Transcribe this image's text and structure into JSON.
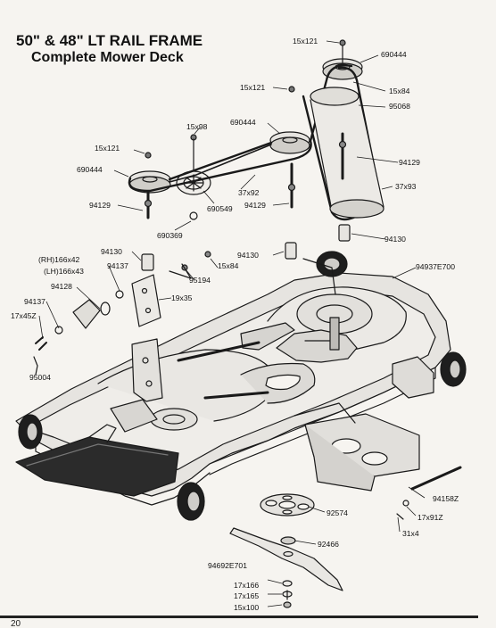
{
  "header": {
    "title_line1": "50\" & 48\" LT RAIL FRAME",
    "title_line2": "Complete Mower Deck"
  },
  "page_number": "20",
  "parts": [
    {
      "id": "p1",
      "text": "15x121"
    },
    {
      "id": "p2",
      "text": "690444"
    },
    {
      "id": "p3",
      "text": "15x121"
    },
    {
      "id": "p4",
      "text": "15x84"
    },
    {
      "id": "p5",
      "text": "95068"
    },
    {
      "id": "p6",
      "text": "690444"
    },
    {
      "id": "p7",
      "text": "15x98"
    },
    {
      "id": "p8",
      "text": "15x121"
    },
    {
      "id": "p9",
      "text": "94129"
    },
    {
      "id": "p10",
      "text": "690444"
    },
    {
      "id": "p11",
      "text": "37x92"
    },
    {
      "id": "p12",
      "text": "94129"
    },
    {
      "id": "p13",
      "text": "37x93"
    },
    {
      "id": "p14",
      "text": "690549"
    },
    {
      "id": "p15",
      "text": "94129"
    },
    {
      "id": "p16",
      "text": "690369"
    },
    {
      "id": "p17",
      "text": "94130"
    },
    {
      "id": "p18",
      "text": "94130"
    },
    {
      "id": "p19",
      "text": "(RH)166x42"
    },
    {
      "id": "p20",
      "text": "(LH)166x43"
    },
    {
      "id": "p21",
      "text": "94137"
    },
    {
      "id": "p22",
      "text": "15x84"
    },
    {
      "id": "p23",
      "text": "94130"
    },
    {
      "id": "p24",
      "text": "94937E700"
    },
    {
      "id": "p25",
      "text": "94128"
    },
    {
      "id": "p26",
      "text": "95194"
    },
    {
      "id": "p27",
      "text": "19x35"
    },
    {
      "id": "p28",
      "text": "94137"
    },
    {
      "id": "p29",
      "text": "17x45Z"
    },
    {
      "id": "p30",
      "text": "95004"
    },
    {
      "id": "p31",
      "text": "94158Z"
    },
    {
      "id": "p32",
      "text": "92574"
    },
    {
      "id": "p33",
      "text": "17x91Z"
    },
    {
      "id": "p34",
      "text": "31x4"
    },
    {
      "id": "p35",
      "text": "92466"
    },
    {
      "id": "p36",
      "text": "94692E701"
    },
    {
      "id": "p37",
      "text": "17x166"
    },
    {
      "id": "p38",
      "text": "17x165"
    },
    {
      "id": "p39",
      "text": "15x100"
    }
  ],
  "colors": {
    "ink": "#1a1a1a",
    "paper": "#f6f4f0",
    "deck_fill": "#e4e2de",
    "shade": "#9a9894"
  }
}
